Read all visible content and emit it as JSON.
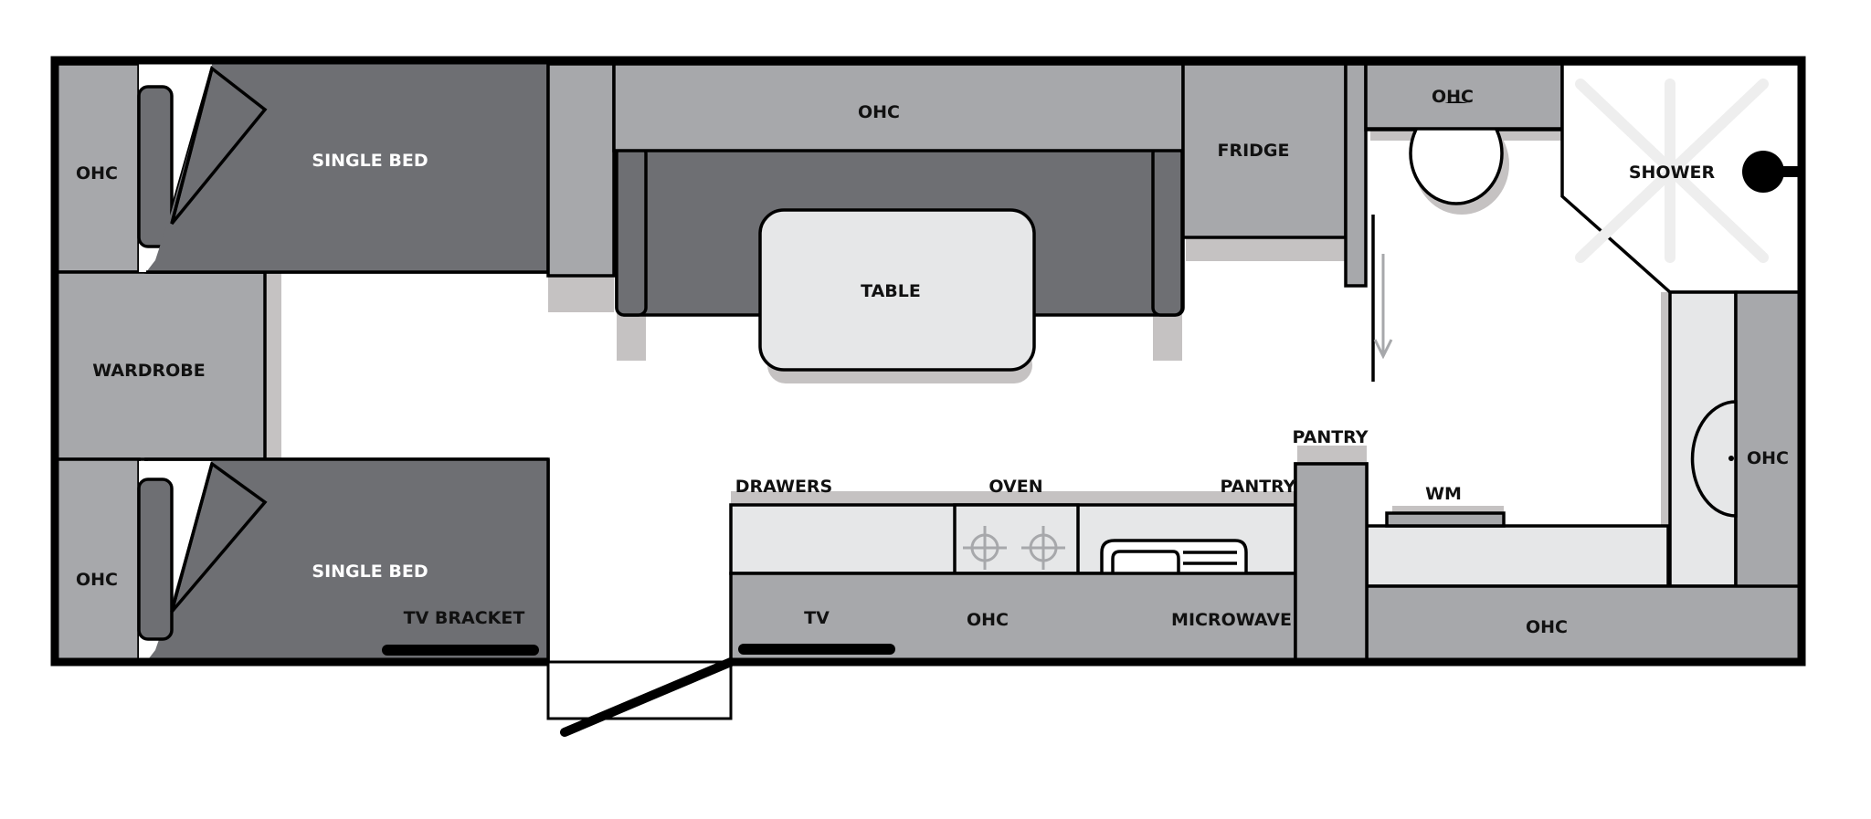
{
  "colors": {
    "dark_gray": "#6e6f73",
    "mid_gray": "#a7a8ab",
    "light_gray": "#e6e7e8",
    "shadow": "#c5c2c2",
    "outline": "#000000"
  },
  "labels": {
    "ohc_top_left": "OHC",
    "single_bed_top": "SINGLE BED",
    "ohc_center_top": "OHC",
    "fridge": "FRIDGE",
    "ohc_bathroom": "OHC",
    "shower": "SHOWER",
    "table": "TABLE",
    "wardrobe": "WARDROBE",
    "pantry_upper": "PANTRY",
    "ohc_right": "OHC",
    "drawers": "DRAWERS",
    "oven": "OVEN",
    "pantry_lower": "PANTRY",
    "wm": "WM",
    "ohc_bottom_left": "OHC",
    "single_bed_bottom": "SINGLE BED",
    "tv_bracket": "TV BRACKET",
    "tv": "TV",
    "ohc_kitchen": "OHC",
    "microwave": "MICROWAVE",
    "ohc_bottom_right": "OHC"
  }
}
